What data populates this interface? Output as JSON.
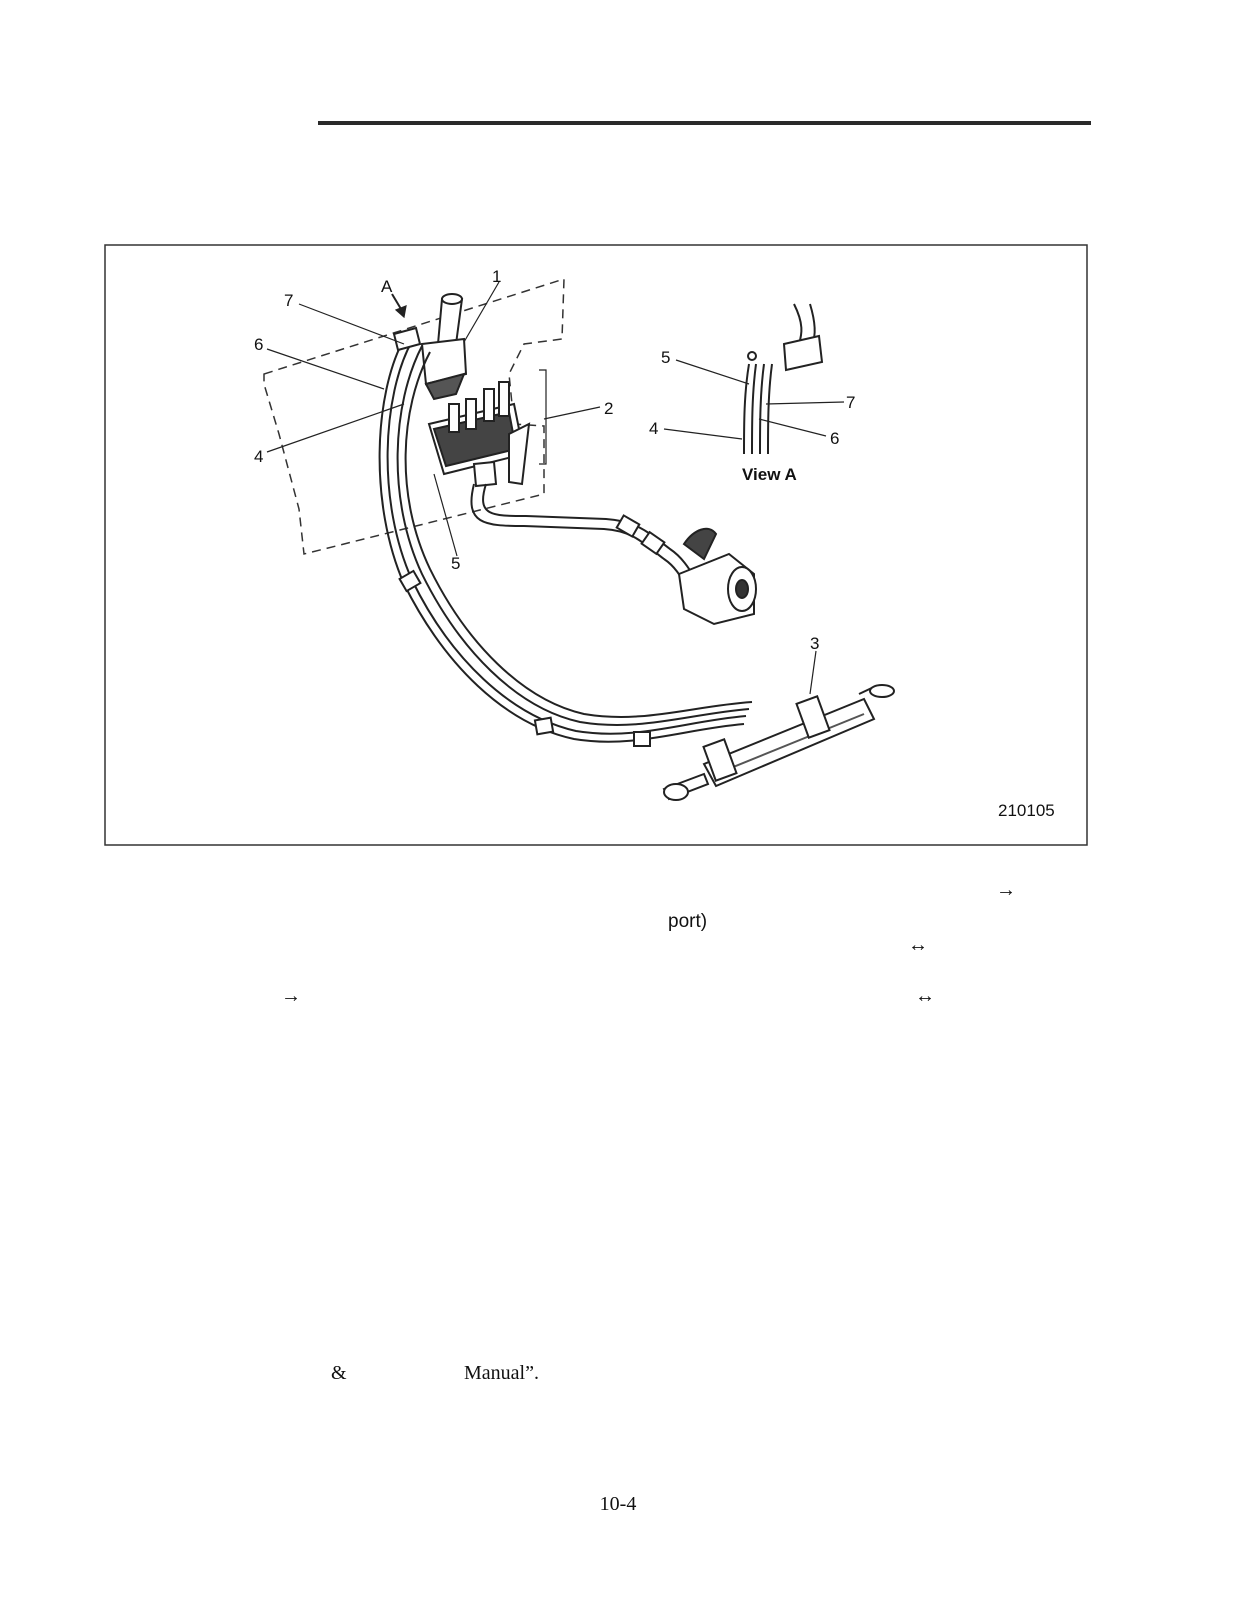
{
  "figure": {
    "id": "210105",
    "callouts": {
      "c1": "1",
      "c2": "2",
      "c3": "3",
      "c4": "4",
      "c5": "5",
      "c6": "6",
      "c7": "7",
      "view_arrow": "A"
    },
    "inset": {
      "title": "View A",
      "c4": "4",
      "c5": "5",
      "c6": "6",
      "c7": "7"
    }
  },
  "text_fragments": {
    "arrow_right_1": "→",
    "port": "port)",
    "lr_arrow_1": "↔",
    "arrow_right_2": "→",
    "lr_arrow_2": "↔",
    "ampersand": "&",
    "manual": "Manual”."
  },
  "page_number": "10-4"
}
